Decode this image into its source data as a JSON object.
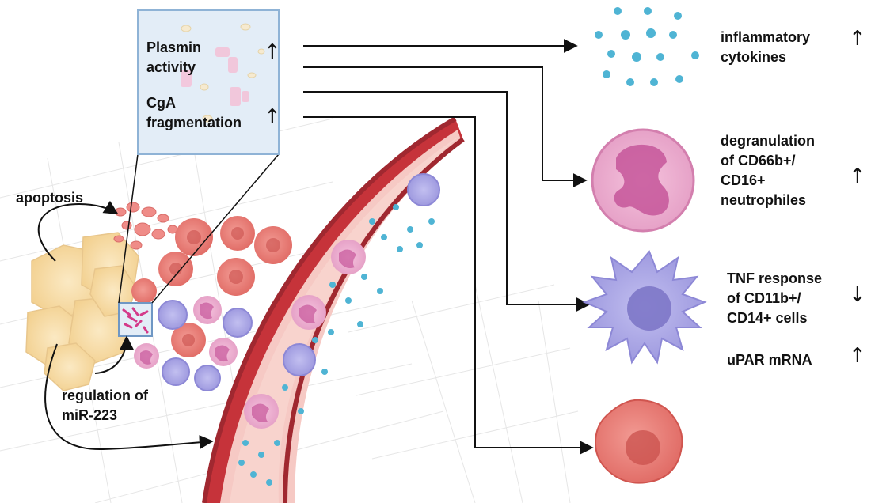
{
  "box": {
    "plasmin_line1": "Plasmin",
    "plasmin_line2": "activity",
    "plasmin_arrow": "↑",
    "cga_line1": "CgA",
    "cga_line2": "fragmentation",
    "cga_arrow": "↑"
  },
  "left": {
    "apoptosis": "apoptosis",
    "regulation_line1": "regulation of",
    "regulation_line2": "miR-223"
  },
  "outcomes": [
    {
      "lines": [
        "inflammatory",
        "cytokines"
      ],
      "arrow": "↑"
    },
    {
      "lines": [
        "degranulation",
        "of CD66b+/",
        "CD16+",
        "neutrophiles"
      ],
      "arrow": "↑"
    },
    {
      "lines": [
        "TNF response",
        "of CD11b+/",
        "CD14+ cells"
      ],
      "arrow": "↓"
    },
    {
      "lines": [
        "uPAR mRNA"
      ],
      "arrow": "↑"
    }
  ],
  "colors": {
    "vessel_dark": "#b8333a",
    "vessel_mid": "#d9585c",
    "vessel_inner": "#f6c9c4",
    "cytokine": "#4fb4d4",
    "neutrophil": "#e9a3c8",
    "neutrophil_nucleus": "#c6569a",
    "monocyte": "#aaa6e4",
    "monocyte_nucleus": "#7d77c8",
    "red_cell": "#e97a75",
    "red_cell_nucleus": "#c9504c",
    "tumor_cell": "#f7deaa",
    "box_fill": "#e3edf7",
    "box_stroke": "#8fb3d6"
  }
}
